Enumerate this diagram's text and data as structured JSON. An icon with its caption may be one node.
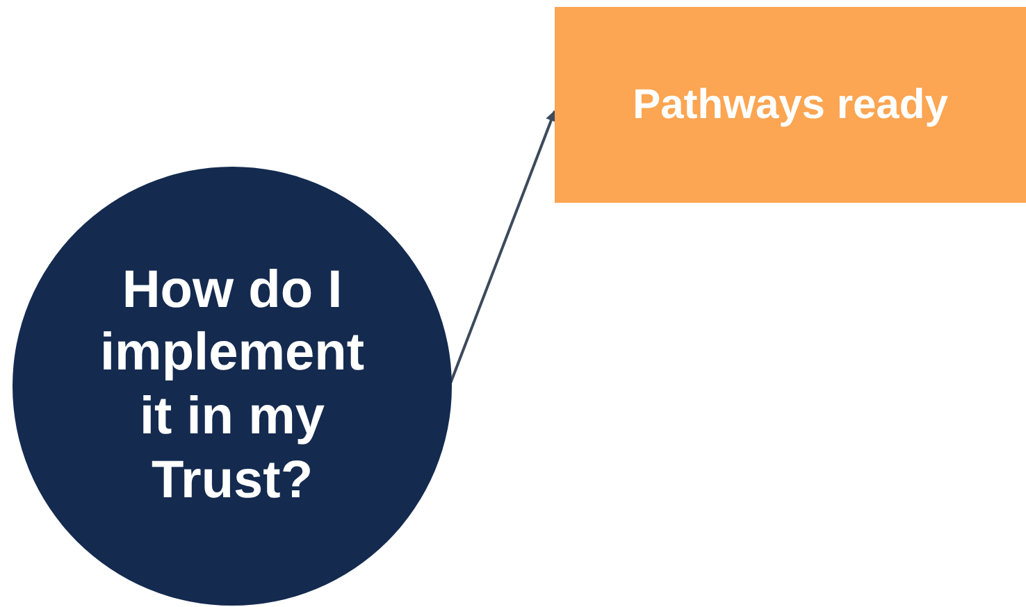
{
  "diagram": {
    "nodes": [
      {
        "text": [
          "How do I implement it in my Trust?"
        ]
      },
      {
        "text": [
          "Pathways ready"
        ]
      }
    ],
    "edges": [
      {
        "from": 0,
        "to": 1,
        "arrow": "to"
      }
    ]
  }
}
